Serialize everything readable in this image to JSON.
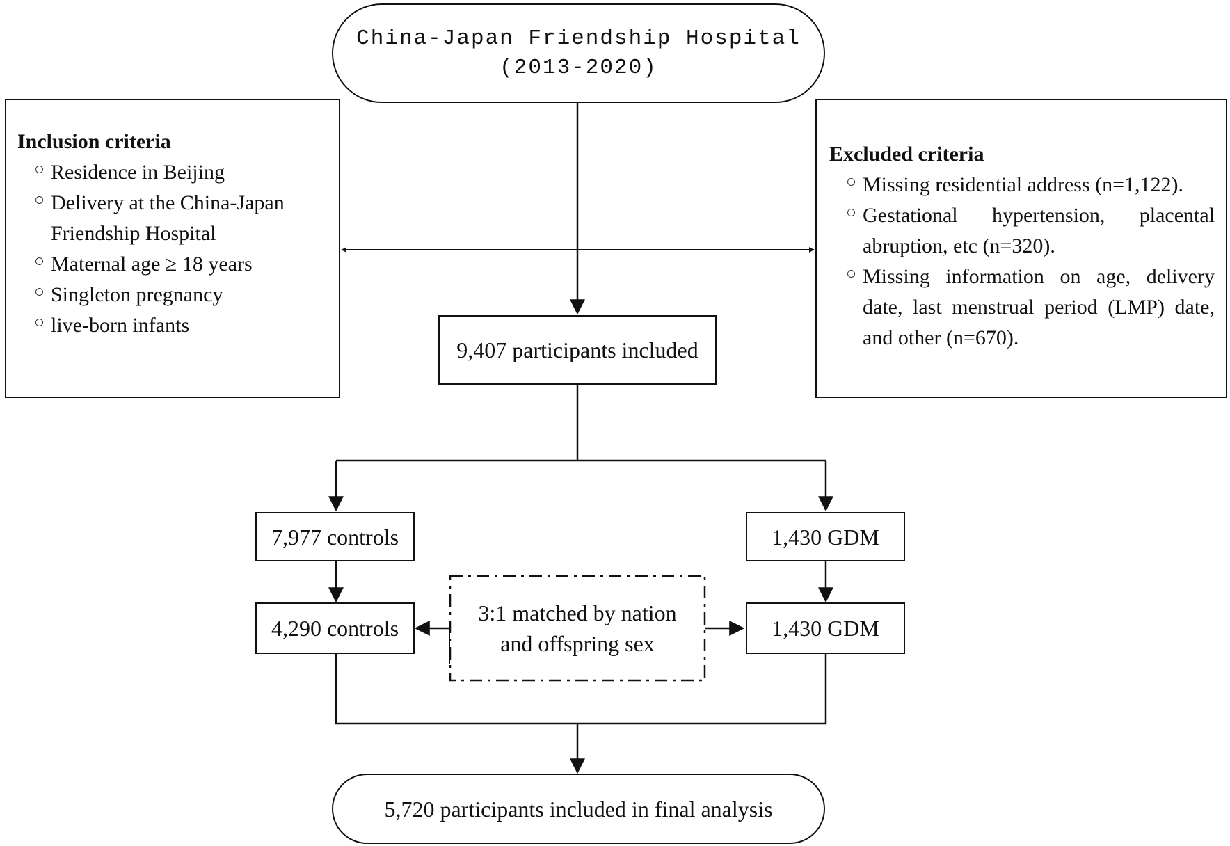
{
  "start": {
    "line1": "China-Japan Friendship Hospital",
    "line2": "(2013-2020)"
  },
  "inclusion": {
    "title": "Inclusion criteria",
    "items": [
      "Residence in Beijing",
      "Delivery at the China-Japan Friendship Hospital",
      "Maternal age ≥ 18 years",
      "Singleton pregnancy",
      "live-born infants"
    ]
  },
  "exclusion": {
    "title": "Excluded criteria",
    "items": [
      "Missing residential address (n=1,122).",
      "Gestational hypertension, placental abruption, etc (n=320).",
      "Missing information on age, delivery date, last menstrual period (LMP) date, and other (n=670)."
    ]
  },
  "included": "9,407 participants  included",
  "controls": "7,977 controls",
  "gdm": "1,430 GDM",
  "matched_controls": "4,290 controls",
  "matched_gdm": "1,430 GDM",
  "matching": {
    "line1": "3:1 matched by nation",
    "line2": "and offspring sex"
  },
  "final": "5,720 participants included in final analysis"
}
